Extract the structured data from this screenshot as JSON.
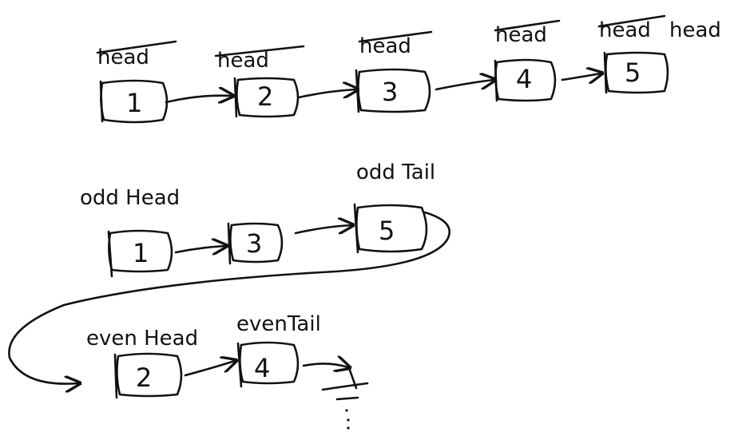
{
  "colors": {
    "ink": "#111111",
    "background": "#ffffff"
  },
  "row1": {
    "nodes": [
      "1",
      "2",
      "3",
      "4",
      "5"
    ],
    "labels": [
      "head",
      "head",
      "head",
      "head",
      "head",
      "head"
    ]
  },
  "row2": {
    "nodes": [
      "1",
      "3",
      "5"
    ],
    "odd_head_label": "odd Head",
    "odd_tail_label": "odd Tail"
  },
  "row3": {
    "nodes": [
      "2",
      "4"
    ],
    "even_head_label": "even Head",
    "even_tail_label": "evenTail"
  }
}
